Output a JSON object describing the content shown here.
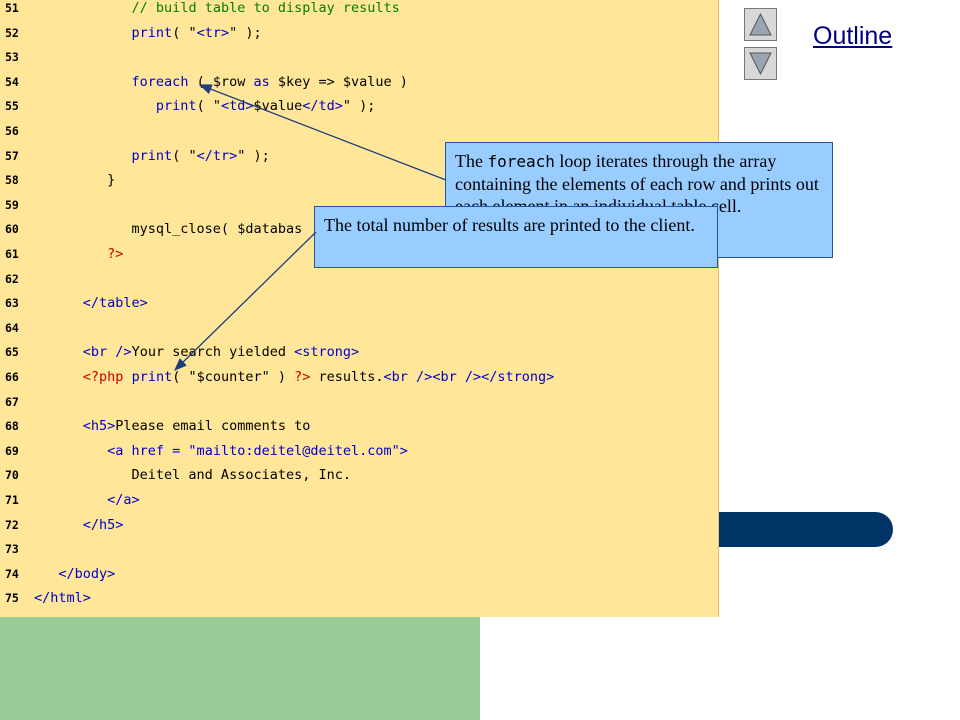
{
  "navigation": {
    "up_label": "Previous",
    "down_label": "Next",
    "outline_label": "Outline"
  },
  "code": {
    "lines": [
      {
        "n": "51",
        "tokens": [
          {
            "t": "            ",
            "c": "p"
          },
          {
            "t": "// build table to display results",
            "c": "c"
          }
        ]
      },
      {
        "n": "52",
        "tokens": [
          {
            "t": "            ",
            "c": "p"
          },
          {
            "t": "print",
            "c": "k"
          },
          {
            "t": "( \"",
            "c": "p"
          },
          {
            "t": "<tr>",
            "c": "k"
          },
          {
            "t": "\" );",
            "c": "p"
          }
        ]
      },
      {
        "n": "53",
        "tokens": []
      },
      {
        "n": "54",
        "tokens": [
          {
            "t": "            ",
            "c": "p"
          },
          {
            "t": "foreach",
            "c": "k"
          },
          {
            "t": " ( $row ",
            "c": "p"
          },
          {
            "t": "as",
            "c": "k"
          },
          {
            "t": " $key => $value )",
            "c": "p"
          }
        ]
      },
      {
        "n": "55",
        "tokens": [
          {
            "t": "               ",
            "c": "p"
          },
          {
            "t": "print",
            "c": "k"
          },
          {
            "t": "( \"",
            "c": "p"
          },
          {
            "t": "<td>",
            "c": "k"
          },
          {
            "t": "$value",
            "c": "p"
          },
          {
            "t": "</td>",
            "c": "k"
          },
          {
            "t": "\" );",
            "c": "p"
          }
        ]
      },
      {
        "n": "56",
        "tokens": []
      },
      {
        "n": "57",
        "tokens": [
          {
            "t": "            ",
            "c": "p"
          },
          {
            "t": "print",
            "c": "k"
          },
          {
            "t": "( \"",
            "c": "p"
          },
          {
            "t": "</tr>",
            "c": "k"
          },
          {
            "t": "\" );",
            "c": "p"
          }
        ]
      },
      {
        "n": "58",
        "tokens": [
          {
            "t": "         }",
            "c": "p"
          }
        ]
      },
      {
        "n": "59",
        "tokens": []
      },
      {
        "n": "60",
        "tokens": [
          {
            "t": "            mysql_close( $databas",
            "c": "p"
          }
        ]
      },
      {
        "n": "61",
        "tokens": [
          {
            "t": "         ",
            "c": "p"
          },
          {
            "t": "?>",
            "c": "php"
          }
        ]
      },
      {
        "n": "62",
        "tokens": []
      },
      {
        "n": "63",
        "tokens": [
          {
            "t": "      ",
            "c": "p"
          },
          {
            "t": "</table>",
            "c": "k"
          }
        ]
      },
      {
        "n": "64",
        "tokens": []
      },
      {
        "n": "65",
        "tokens": [
          {
            "t": "      ",
            "c": "p"
          },
          {
            "t": "<br />",
            "c": "k"
          },
          {
            "t": "Your search yielded ",
            "c": "p"
          },
          {
            "t": "<strong>",
            "c": "k"
          }
        ]
      },
      {
        "n": "66",
        "tokens": [
          {
            "t": "      ",
            "c": "p"
          },
          {
            "t": "<?php",
            "c": "php"
          },
          {
            "t": " ",
            "c": "p"
          },
          {
            "t": "print",
            "c": "k"
          },
          {
            "t": "( \"$counter\" ) ",
            "c": "p"
          },
          {
            "t": "?>",
            "c": "php"
          },
          {
            "t": " results.",
            "c": "p"
          },
          {
            "t": "<br />",
            "c": "k"
          },
          {
            "t": "<br />",
            "c": "k"
          },
          {
            "t": "</strong>",
            "c": "k"
          }
        ]
      },
      {
        "n": "67",
        "tokens": []
      },
      {
        "n": "68",
        "tokens": [
          {
            "t": "      ",
            "c": "p"
          },
          {
            "t": "<h5>",
            "c": "k"
          },
          {
            "t": "Please email comments to",
            "c": "p"
          }
        ]
      },
      {
        "n": "69",
        "tokens": [
          {
            "t": "         ",
            "c": "p"
          },
          {
            "t": "<a href = \"mailto:deitel@deitel.com\">",
            "c": "k"
          }
        ]
      },
      {
        "n": "70",
        "tokens": [
          {
            "t": "            Deitel and Associates, Inc.",
            "c": "p"
          }
        ]
      },
      {
        "n": "71",
        "tokens": [
          {
            "t": "         ",
            "c": "p"
          },
          {
            "t": "</a>",
            "c": "k"
          }
        ]
      },
      {
        "n": "72",
        "tokens": [
          {
            "t": "      ",
            "c": "p"
          },
          {
            "t": "</h5>",
            "c": "k"
          }
        ]
      },
      {
        "n": "73",
        "tokens": []
      },
      {
        "n": "74",
        "tokens": [
          {
            "t": "   ",
            "c": "p"
          },
          {
            "t": "</body>",
            "c": "k"
          }
        ]
      },
      {
        "n": "75",
        "tokens": [
          {
            "t": "</html>",
            "c": "k"
          }
        ]
      }
    ]
  },
  "callouts": {
    "foreach": {
      "pre": "The ",
      "code": "foreach",
      "post": " loop iterates through the array containing the elements of each row and prints out each element in an individual table cell."
    },
    "total": {
      "text": "The total number of results are printed to the client."
    }
  },
  "colors": {
    "code_bg": "#ffe699",
    "callout_bg": "#99ccff",
    "accent_bar": "#003366",
    "green_panel": "#99cc99"
  }
}
